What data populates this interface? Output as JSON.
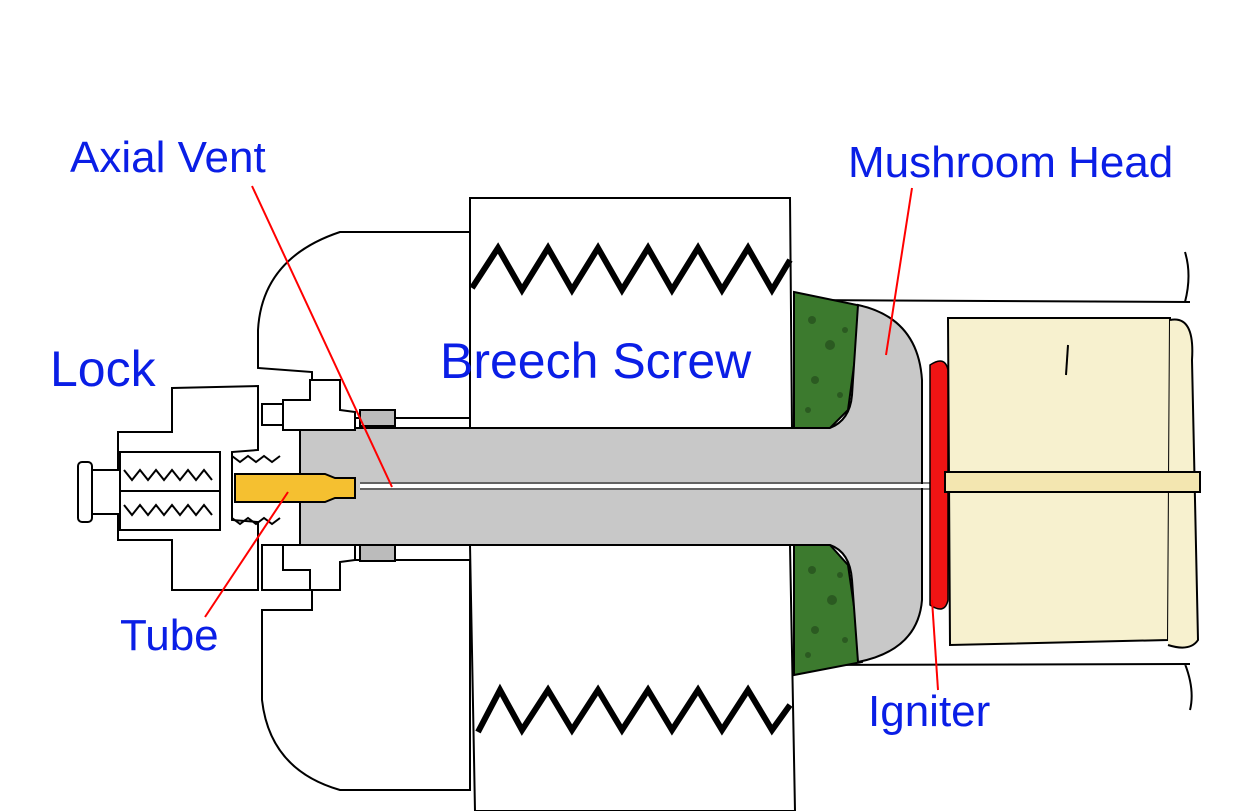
{
  "labels": {
    "axial_vent": "Axial Vent",
    "mushroom_head": "Mushroom Head",
    "lock": "Lock",
    "breech_screw": "Breech Screw",
    "tube": "Tube",
    "igniter": "Igniter"
  },
  "colors": {
    "label_text": "#0a1ee6",
    "leader_line": "#ff0000",
    "steel": "#c8c8c8",
    "obturator_pad": "#3c7a2e",
    "igniter": "#f01414",
    "powder_bag": "#f7f1cf",
    "tube": "#f5c030",
    "outline": "#000000"
  }
}
